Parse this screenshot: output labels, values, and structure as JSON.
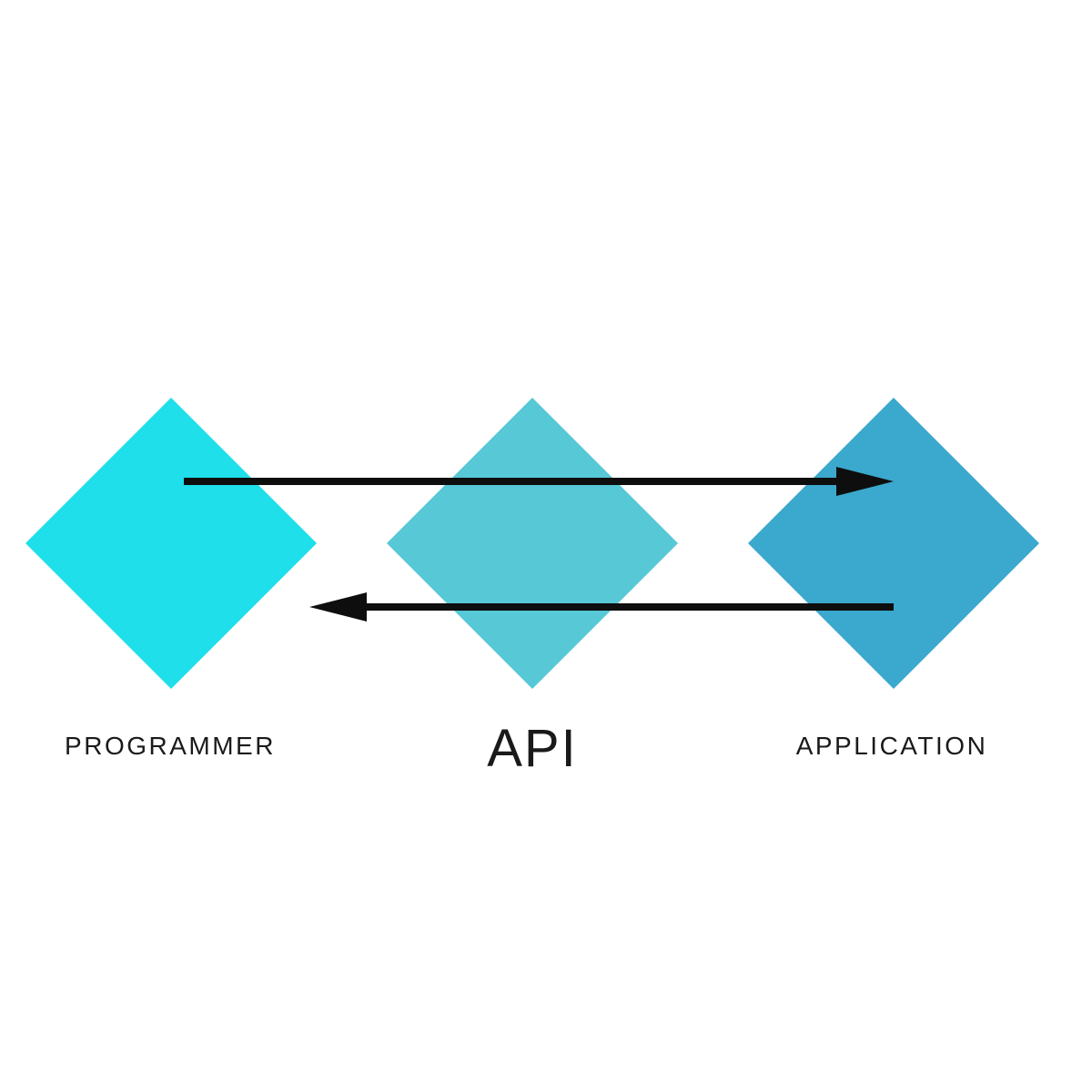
{
  "page": {
    "background_color": "#ffffff"
  },
  "diagram": {
    "type": "flow-diagram",
    "arrow_color": "#0e0e0e",
    "label_color": "#1a1a1a",
    "nodes": [
      {
        "id": "programmer",
        "label": "PROGRAMMER",
        "shape": "diamond",
        "color": "#1edfea"
      },
      {
        "id": "api",
        "label": "API",
        "shape": "diamond",
        "color": "#57c8d6"
      },
      {
        "id": "application",
        "label": "APPLICATION",
        "shape": "diamond",
        "color": "#3ba8cd"
      }
    ],
    "arrows": [
      {
        "id": "top-arrow",
        "direction": "right",
        "description": "arrow pointing right from programmer toward application"
      },
      {
        "id": "bottom-arrow",
        "direction": "left",
        "description": "arrow pointing left from application toward programmer"
      }
    ]
  }
}
